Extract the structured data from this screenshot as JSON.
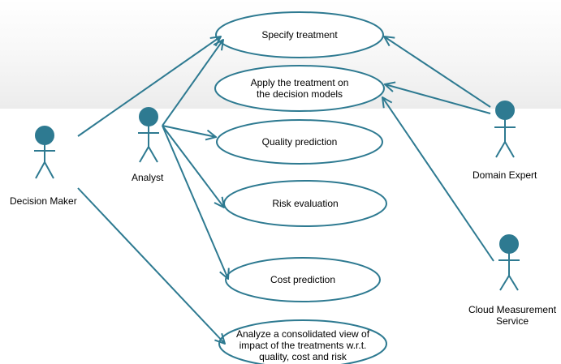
{
  "colors": {
    "line": "#2e7a91",
    "actor_head": "#2e7a91",
    "text": "#000000"
  },
  "actors": {
    "decision_maker": {
      "label": "Decision Maker"
    },
    "analyst": {
      "label": "Analyst"
    },
    "domain_expert": {
      "label": "Domain Expert"
    },
    "cloud_service": {
      "label_line1": "Cloud Measurement",
      "label_line2": "Service"
    }
  },
  "use_cases": {
    "specify_treatment": {
      "label": "Specify treatment"
    },
    "apply_treatment": {
      "line1": "Apply the treatment on",
      "line2": "the decision models"
    },
    "quality_prediction": {
      "label": "Quality prediction"
    },
    "risk_evaluation": {
      "label": "Risk evaluation"
    },
    "cost_prediction": {
      "label": "Cost prediction"
    },
    "consolidated_view": {
      "line1": "Analyze a consolidated view of",
      "line2": "impact of the treatments w.r.t.",
      "line3": "quality, cost and risk"
    }
  }
}
